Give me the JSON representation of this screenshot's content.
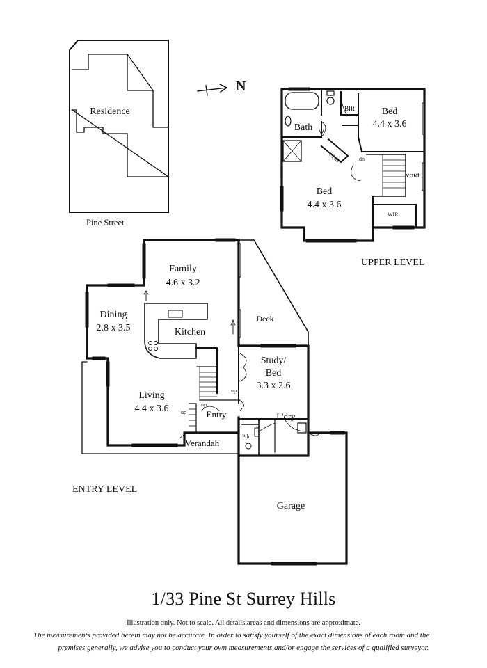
{
  "site": {
    "label": "Residence",
    "street": "Pine Street",
    "north": "N"
  },
  "upper_level": {
    "title": "UPPER LEVEL",
    "rooms": {
      "bath": "Bath",
      "bir": "BIR",
      "bed1_name": "Bed",
      "bed1_dims": "4.4 x 3.6",
      "bed2_name": "Bed",
      "bed2_dims": "4.4 x 3.6",
      "chd": "CHD",
      "dn": "dn",
      "void": "void",
      "wir": "WIR"
    }
  },
  "entry_level": {
    "title": "ENTRY LEVEL",
    "rooms": {
      "family_name": "Family",
      "family_dims": "4.6 x 3.2",
      "dining_name": "Dining",
      "dining_dims": "2.8 x 3.5",
      "kitchen": "Kitchen",
      "deck": "Deck",
      "study_name": "Study/",
      "study_name2": "Bed",
      "study_dims": "3.3 x 2.6",
      "living_name": "Living",
      "living_dims": "4.4 x 3.6",
      "entry": "Entry",
      "laundry": "L'dry",
      "powder": "Pdr.",
      "verandah": "Verandah",
      "garage": "Garage",
      "up1": "up",
      "up2": "up",
      "up3": "up"
    }
  },
  "footer": {
    "address": "1/33 Pine St Surrey Hills",
    "disclaimer1": "Illustration only. Not to scale. All details,areas and dimensions are approximate.",
    "disclaimer2": "The measurements provided herein may not be accurate. In order to satisfy yourself of the exact dimensions of each room and the",
    "disclaimer3": "premises generally, we advise you to conduct your own measurements and/or engage the services of a qualified surveyor."
  }
}
